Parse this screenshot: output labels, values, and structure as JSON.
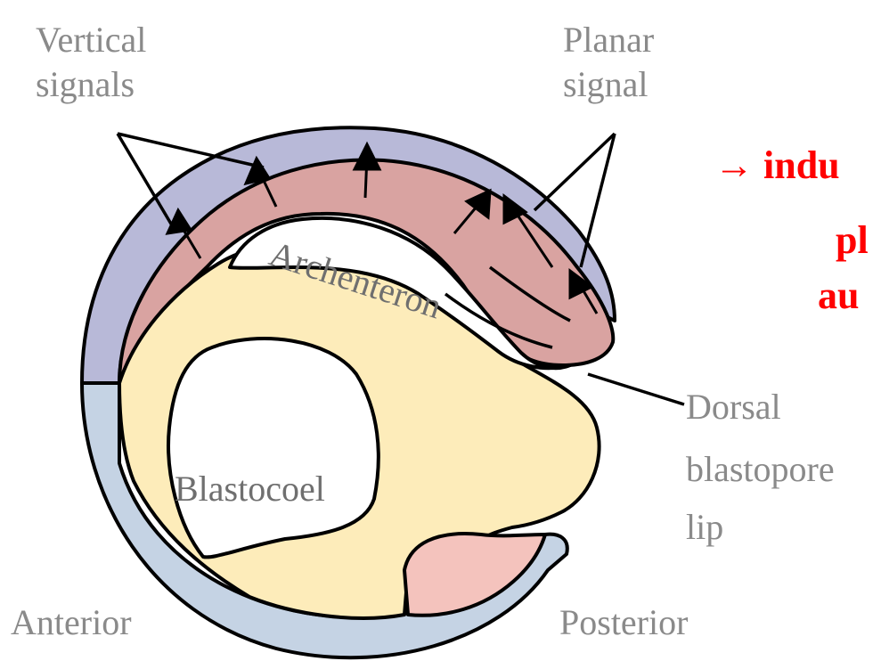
{
  "labels": {
    "vertical_1": "Vertical",
    "vertical_2": "signals",
    "planar_1": "Planar",
    "planar_2": "signal",
    "archenteron": "Archenteron",
    "blastocoel": "Blastocoel",
    "dorsal_1": "Dorsal",
    "dorsal_2": "blastopore",
    "dorsal_3": "lip",
    "anterior": "Anterior",
    "posterior": "Posterior"
  },
  "annotation": {
    "line1": "→ indu",
    "line2": "pl",
    "line3": "au"
  },
  "colors": {
    "ectoderm_dorsal": "#b8b9d8",
    "ectoderm_ventral": "#c5d3e4",
    "mesoderm": "#d9a3a1",
    "endoderm": "#fdecba",
    "posterior_pink": "#f4c3bd",
    "annotation": "#ff0000"
  }
}
